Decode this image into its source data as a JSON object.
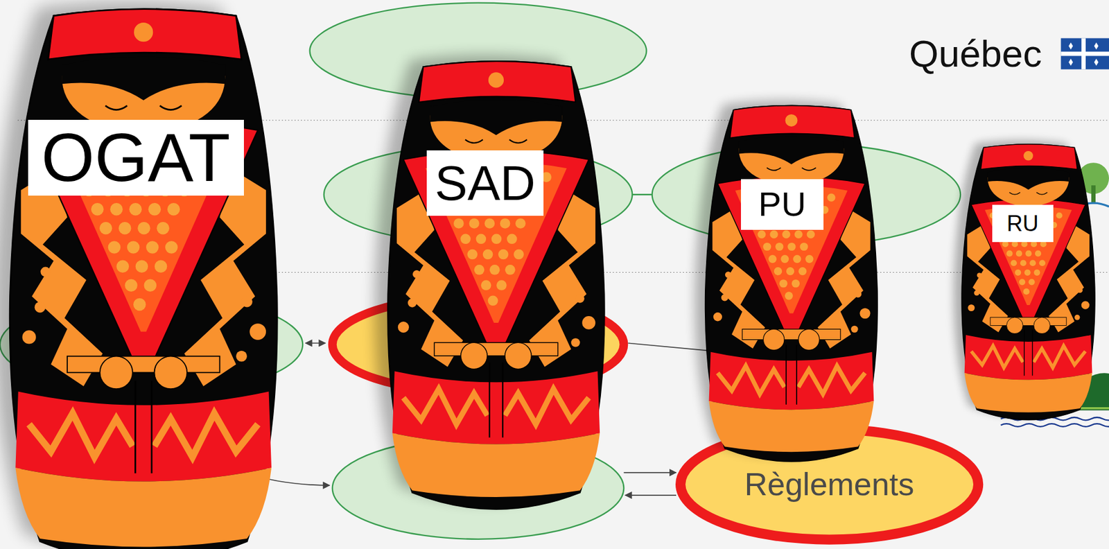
{
  "diagram": {
    "nodes": [
      {
        "text": [
          "OGAT"
        ]
      },
      {
        "text": [
          "SAD"
        ]
      },
      {
        "text": [
          "PU"
        ]
      },
      {
        "text": [
          "RU"
        ]
      },
      {
        "text": [
          "Règlements"
        ]
      }
    ],
    "labels": [
      "Québec"
    ]
  }
}
